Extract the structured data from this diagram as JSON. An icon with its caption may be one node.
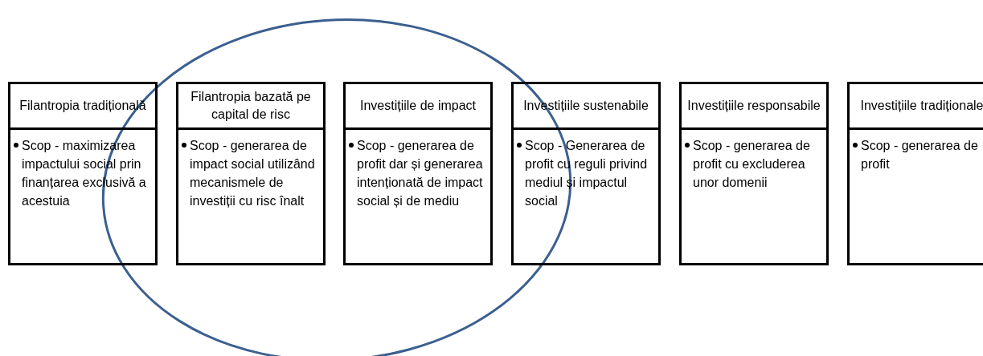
{
  "diagram": {
    "nodes": [
      {
        "text": [
          "Filantropia tradițională"
        ]
      },
      {
        "text": [
          "Scop - maximizarea impactului social prin finanțarea exclusivă a acestuia"
        ]
      },
      {
        "text": [
          "Filantropia bazată pe capital de risc"
        ]
      },
      {
        "text": [
          "Scop - generarea de impact social utilizând mecanismele de investiții cu risc înalt"
        ]
      },
      {
        "text": [
          "Investițiile de impact"
        ]
      },
      {
        "text": [
          "Scop - generarea de profit dar și generarea intenționată de impact social și de mediu"
        ]
      },
      {
        "text": [
          "Investițiile sustenabile"
        ]
      },
      {
        "text": [
          "Scop - Generarea de profit cu reguli privind mediul și impactul social"
        ]
      },
      {
        "text": [
          "Investițiile responsabile"
        ]
      },
      {
        "text": [
          "Scop - generarea de profit cu excluderea unor domenii"
        ]
      },
      {
        "text": [
          "Investițiile tradiționale"
        ]
      },
      {
        "text": [
          "Scop - generarea de profit"
        ]
      }
    ]
  }
}
